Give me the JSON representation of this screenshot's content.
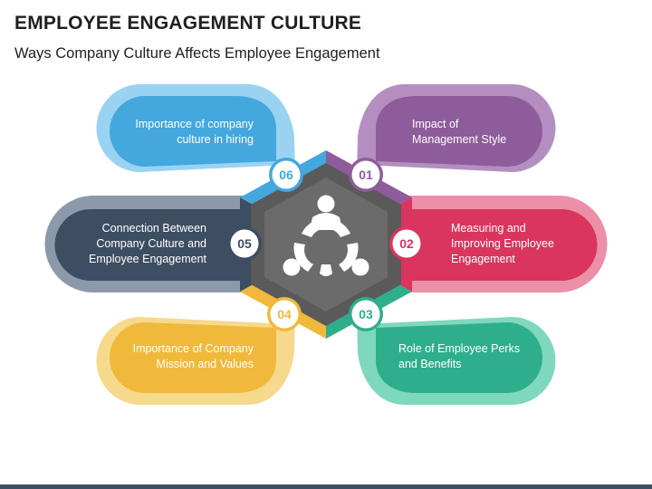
{
  "title": "EMPLOYEE ENGAGEMENT CULTURE",
  "subtitle": "Ways Company Culture Affects Employee Engagement",
  "items": [
    {
      "number": "01",
      "lines": [
        "Impact of",
        "Management Style"
      ],
      "color": "#8e5c9a",
      "light": "#b48ec0"
    },
    {
      "number": "02",
      "lines": [
        "Measuring and",
        "Improving Employee",
        "Engagement"
      ],
      "color": "#d9355e",
      "light": "#ec8fa8"
    },
    {
      "number": "03",
      "lines": [
        "Role of Employee Perks",
        "and Benefits"
      ],
      "color": "#2fae8c",
      "light": "#7fd8bd"
    },
    {
      "number": "04",
      "lines": [
        "Importance of Company",
        "Mission and Values"
      ],
      "color": "#f0b93b",
      "light": "#f6d98c"
    },
    {
      "number": "05",
      "lines": [
        "Connection Between",
        "Company Culture and",
        "Employee Engagement"
      ],
      "color": "#3d4e62",
      "light": "#8c99aa"
    },
    {
      "number": "06",
      "lines": [
        "Importance of company",
        "culture in hiring"
      ],
      "color": "#44a7de",
      "light": "#9ad3f1"
    }
  ],
  "center_icon": "team-circle-icon",
  "hexagon_color": "#555555"
}
